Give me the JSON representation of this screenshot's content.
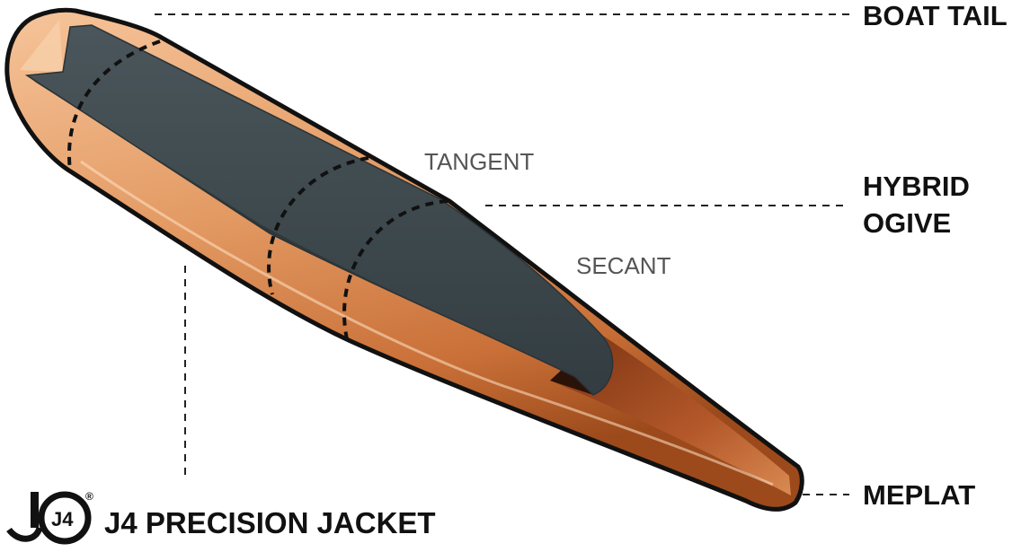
{
  "labels": {
    "boat_tail": "BOAT TAIL",
    "hybrid": "HYBRID",
    "ogive": "OGIVE",
    "tangent": "TANGENT",
    "secant": "SECANT",
    "meplat": "MEPLAT"
  },
  "logo": {
    "mark_text": "J4",
    "registered": "®",
    "product_name": "J4 PRECISION JACKET"
  },
  "colors": {
    "jacket_light": "#f2b585",
    "jacket_mid": "#d98a52",
    "jacket_dark": "#a4501f",
    "core": "#3e4a4f",
    "core_edge": "#2a3336",
    "outline": "#111111",
    "leader": "#222222"
  }
}
